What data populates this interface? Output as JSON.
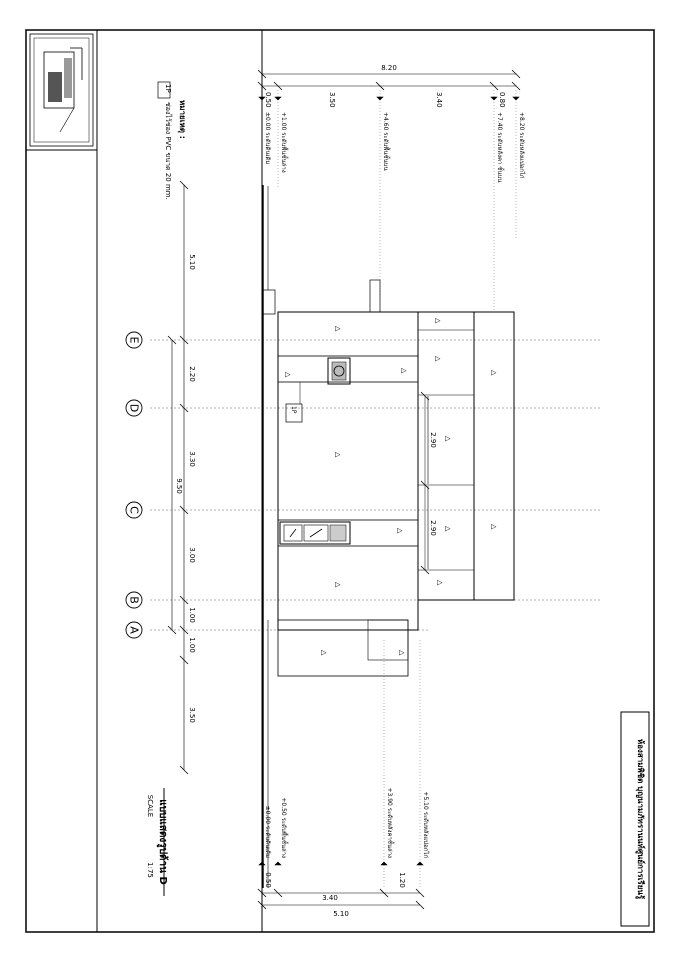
{
  "title_block": {
    "project_title": "ห้องสามพิชิต บุญนามภัทรานนท์ศูนย์การเรียนรู้",
    "drawing_title": "แบบแสดงรูปด้าน D",
    "scale_label": "SCALE",
    "scale_value": "1:75"
  },
  "notes": {
    "heading": "หมายเหตุ :",
    "tag": "1P",
    "text": "ช่องไว้ช่อง PVC ขนาด 20 mm."
  },
  "grid_labels": [
    "E",
    "D",
    "C",
    "B",
    "A"
  ],
  "horizontal_dims": {
    "total": "9.50",
    "segments": [
      "5.10",
      "2.20",
      "3.30",
      "3.00",
      "1.00",
      "1.00",
      "3.50"
    ]
  },
  "top_dims": {
    "total": "8.20",
    "segments": [
      "0.50",
      "3.50",
      "3.40",
      "0.80"
    ]
  },
  "bottom_dims": {
    "total": "5.10",
    "segments": [
      "0.50",
      "3.40",
      "1.20"
    ]
  },
  "inner_dims": [
    "2.90",
    "2.90"
  ],
  "levels_top": [
    "±0.00 ระดับดินเดิม",
    "+1.00 ระดับพื้นชั้นล่าง",
    "+4.60 ระดับพื้นชั้นบน",
    "+7.40 ระดับหลังคา ชั้นบน",
    "+8.20 ระดับหลังแปอกไก่"
  ],
  "levels_bottom": [
    "±0.00 ระดับดินเดิม",
    "+0.50 ระดับพื้นชั้นล่าง",
    "+3.90 ระดับหลังคาชั้นล่าง",
    "+5.10 ระดับหลังแปอกไก่"
  ],
  "markers": {
    "pvc_tag": "1P",
    "glass_symbol": "△"
  }
}
